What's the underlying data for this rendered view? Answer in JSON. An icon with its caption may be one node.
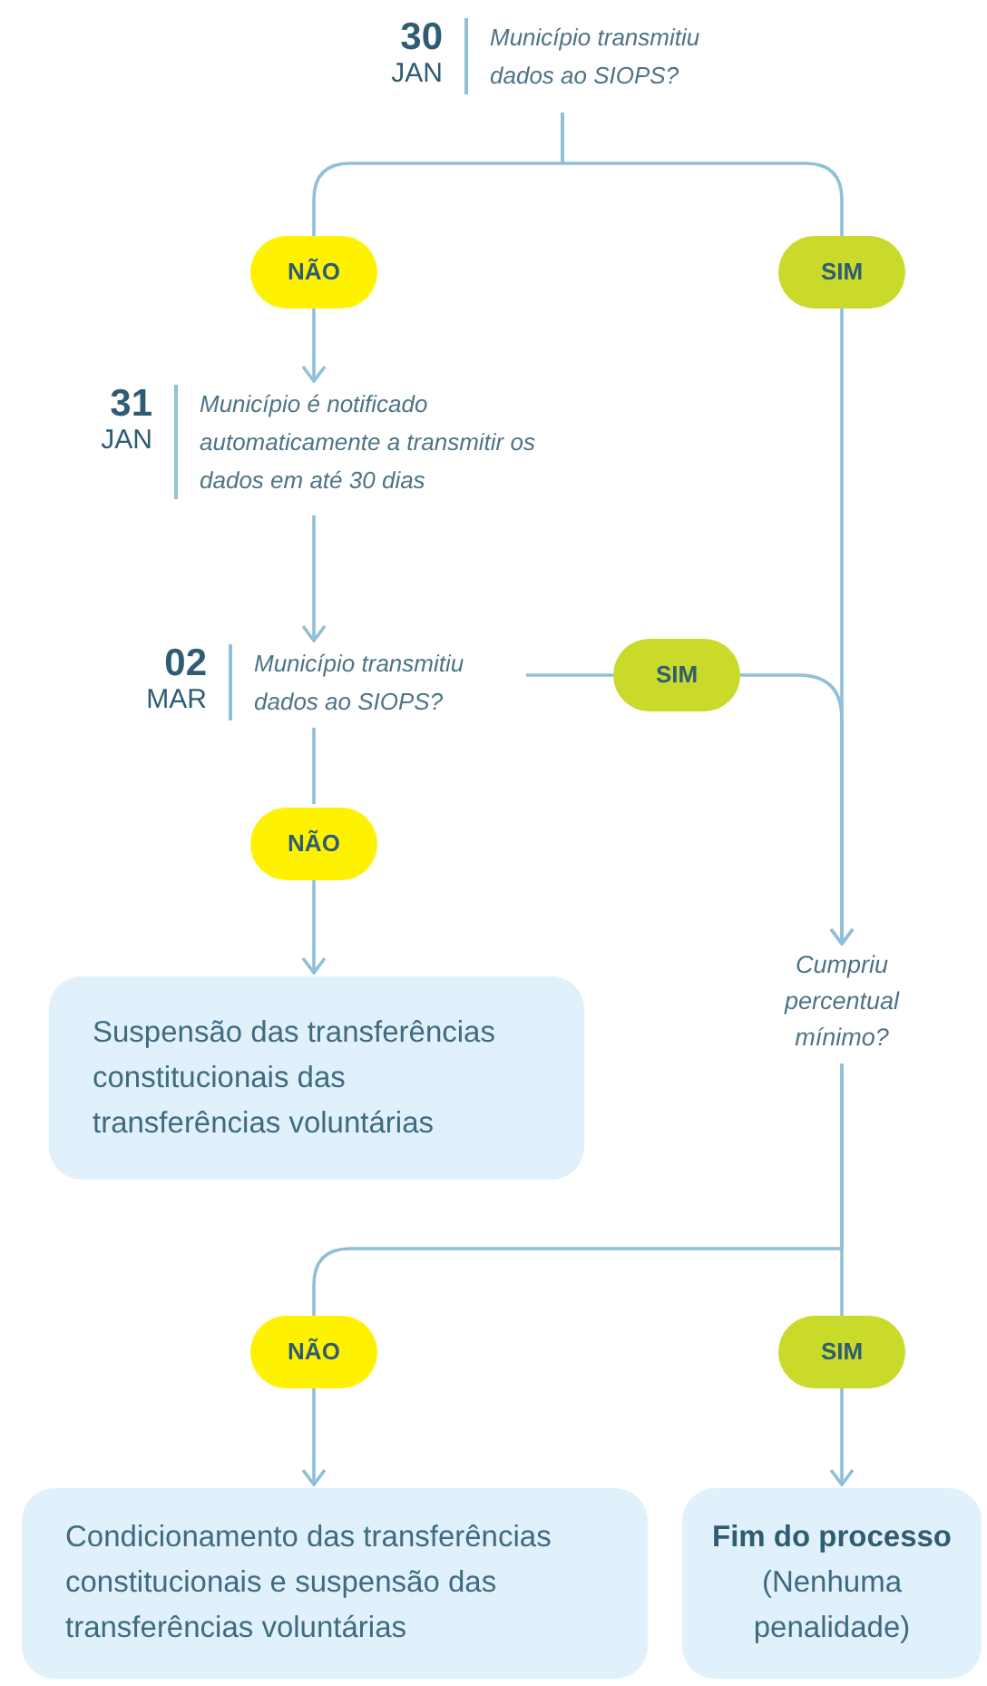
{
  "diagram": {
    "nodes": [
      {
        "text": [
          "30",
          "JAN",
          "Município transmitiu dados ao SIOPS?"
        ]
      },
      {
        "text": [
          "NÃO"
        ]
      },
      {
        "text": [
          "SIM"
        ]
      },
      {
        "text": [
          "31",
          "JAN",
          "Município é notificado automaticamente a transmitir os dados em até 30 dias"
        ]
      },
      {
        "text": [
          "02",
          "MAR",
          "Município transmitiu dados ao SIOPS?"
        ]
      },
      {
        "text": [
          "SIM"
        ]
      },
      {
        "text": [
          "NÃO"
        ]
      },
      {
        "text": [
          "Suspensão das transferências constitucionais das transferências voluntárias"
        ]
      },
      {
        "text": [
          "Cumpriu percentual mínimo?"
        ]
      },
      {
        "text": [
          "NÃO"
        ]
      },
      {
        "text": [
          "SIM"
        ]
      },
      {
        "text": [
          "Condicionamento das transferências constitucionais e suspensão das transferências voluntárias"
        ]
      },
      {
        "text": [
          "Fim do processo",
          "(Nenhuma penalidade)"
        ]
      }
    ],
    "edges": [
      {
        "from": 0,
        "to": 1,
        "arrow": "none"
      },
      {
        "from": 0,
        "to": 2,
        "arrow": "none"
      },
      {
        "from": 1,
        "to": 3,
        "arrow": "to"
      },
      {
        "from": 3,
        "to": 4,
        "arrow": "to"
      },
      {
        "from": 4,
        "to": 5,
        "arrow": "none"
      },
      {
        "from": 4,
        "to": 6,
        "arrow": "none"
      },
      {
        "from": 6,
        "to": 7,
        "arrow": "to"
      },
      {
        "from": 2,
        "to": 8,
        "arrow": "to"
      },
      {
        "from": 5,
        "to": 8,
        "arrow": "to"
      },
      {
        "from": 8,
        "to": 9,
        "arrow": "none"
      },
      {
        "from": 8,
        "to": 10,
        "arrow": "none"
      },
      {
        "from": 9,
        "to": 11,
        "arrow": "to"
      },
      {
        "from": 10,
        "to": 12,
        "arrow": "to"
      }
    ]
  }
}
